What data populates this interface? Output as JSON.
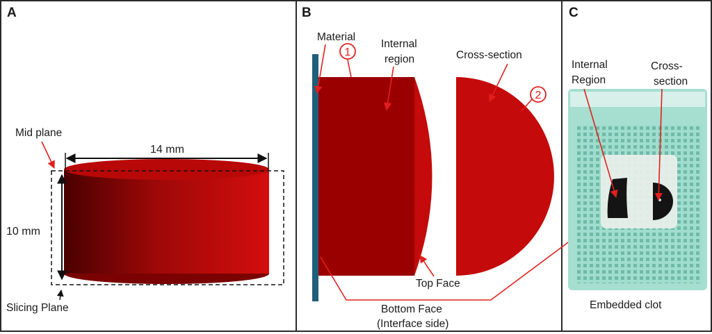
{
  "panels": {
    "a": {
      "letter": "A",
      "mid_plane": "Mid plane",
      "width_dim": "14 mm",
      "height_dim": "10 mm",
      "slicing_plane": "Slicing Plane"
    },
    "b": {
      "letter": "B",
      "material": "Material",
      "marker_1": "1",
      "internal_region_line1": "Internal",
      "internal_region_line2": "region",
      "cross_section": "Cross-section",
      "marker_2": "2",
      "top_face": "Top Face",
      "bottom_face_line1": "Bottom Face",
      "bottom_face_line2": "(Interface side)"
    },
    "c": {
      "letter": "C",
      "internal_region_line1": "Internal",
      "internal_region_line2": "Region",
      "cross_section_line1": "Cross-",
      "cross_section_line2": "section",
      "caption": "Embedded clot"
    }
  },
  "colors": {
    "clot_red": "#c40a0a",
    "clot_dark": "#9b0000",
    "clot_shadow": "#4a0000",
    "annotation_red": "#e0201e",
    "material_blue": "#1f5f7a",
    "mold_green": "#8fd3c0",
    "border": "#2a2a2a"
  }
}
